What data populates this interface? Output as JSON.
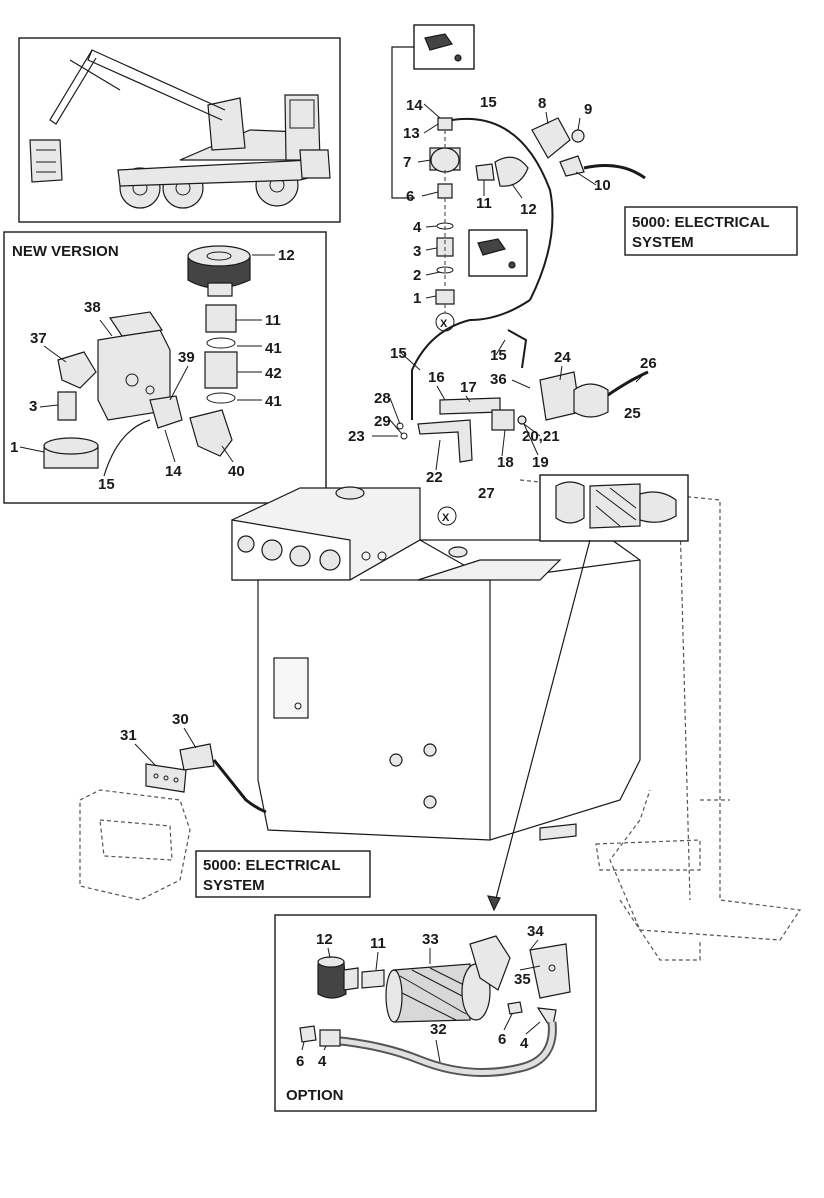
{
  "captions": {
    "new_version": "NEW VERSION",
    "option": "OPTION",
    "electrical_top": [
      "5000: ELECTRICAL",
      "SYSTEM"
    ],
    "electrical_bottom": [
      "5000: ELECTRICAL",
      "SYSTEM"
    ]
  },
  "new_version_labels": {
    "n12": "12",
    "n38": "38",
    "n11": "11",
    "n37": "37",
    "n41a": "41",
    "n39": "39",
    "n42": "42",
    "n3": "3",
    "n41b": "41",
    "n1": "1",
    "n15": "15",
    "n14": "14",
    "n40": "40"
  },
  "upper_labels": {
    "n14": "14",
    "n15": "15",
    "n8": "8",
    "n9": "9",
    "n13": "13",
    "n7": "7",
    "n10": "10",
    "n6": "6",
    "n11": "11",
    "n12": "12",
    "n4": "4",
    "n3": "3",
    "n2": "2",
    "n1": "1",
    "x1": "X",
    "n15b": "15",
    "n15c": "15",
    "n24": "24",
    "n26": "26",
    "n36": "36",
    "n16": "16",
    "n17": "17",
    "n28": "28",
    "n25": "25",
    "n29": "29",
    "n23": "23",
    "n2021": "20,21",
    "n22": "22",
    "n18": "18",
    "n19": "19",
    "n27": "27",
    "x2": "X"
  },
  "lower_labels": {
    "n31": "31",
    "n30": "30"
  },
  "option_labels": {
    "n12": "12",
    "n11": "11",
    "n33": "33",
    "n34": "34",
    "n35": "35",
    "n6a": "6",
    "n4a": "4",
    "n32": "32",
    "n6b": "6",
    "n4b": "4"
  }
}
